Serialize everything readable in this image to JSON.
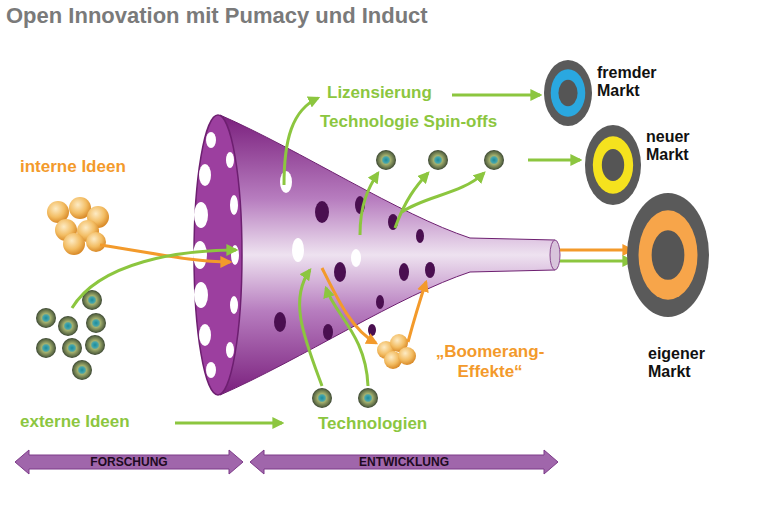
{
  "diagram": {
    "title": "Open Innovation mit Pumacy und Induct",
    "nodes": [
      {
        "text": [
          "fremder Markt"
        ]
      },
      {
        "text": [
          "neuer Markt"
        ]
      },
      {
        "text": [
          "eigener Markt"
        ]
      },
      {
        "text": [
          "FORSCHUNG"
        ]
      },
      {
        "text": [
          "ENTWICKLUNG"
        ]
      }
    ],
    "labels": [
      "interne Ideen",
      "Lizensierung",
      "Technologie Spin-offs",
      "„Boomerang- Effekte“",
      "externe Ideen",
      "Technologien"
    ]
  }
}
